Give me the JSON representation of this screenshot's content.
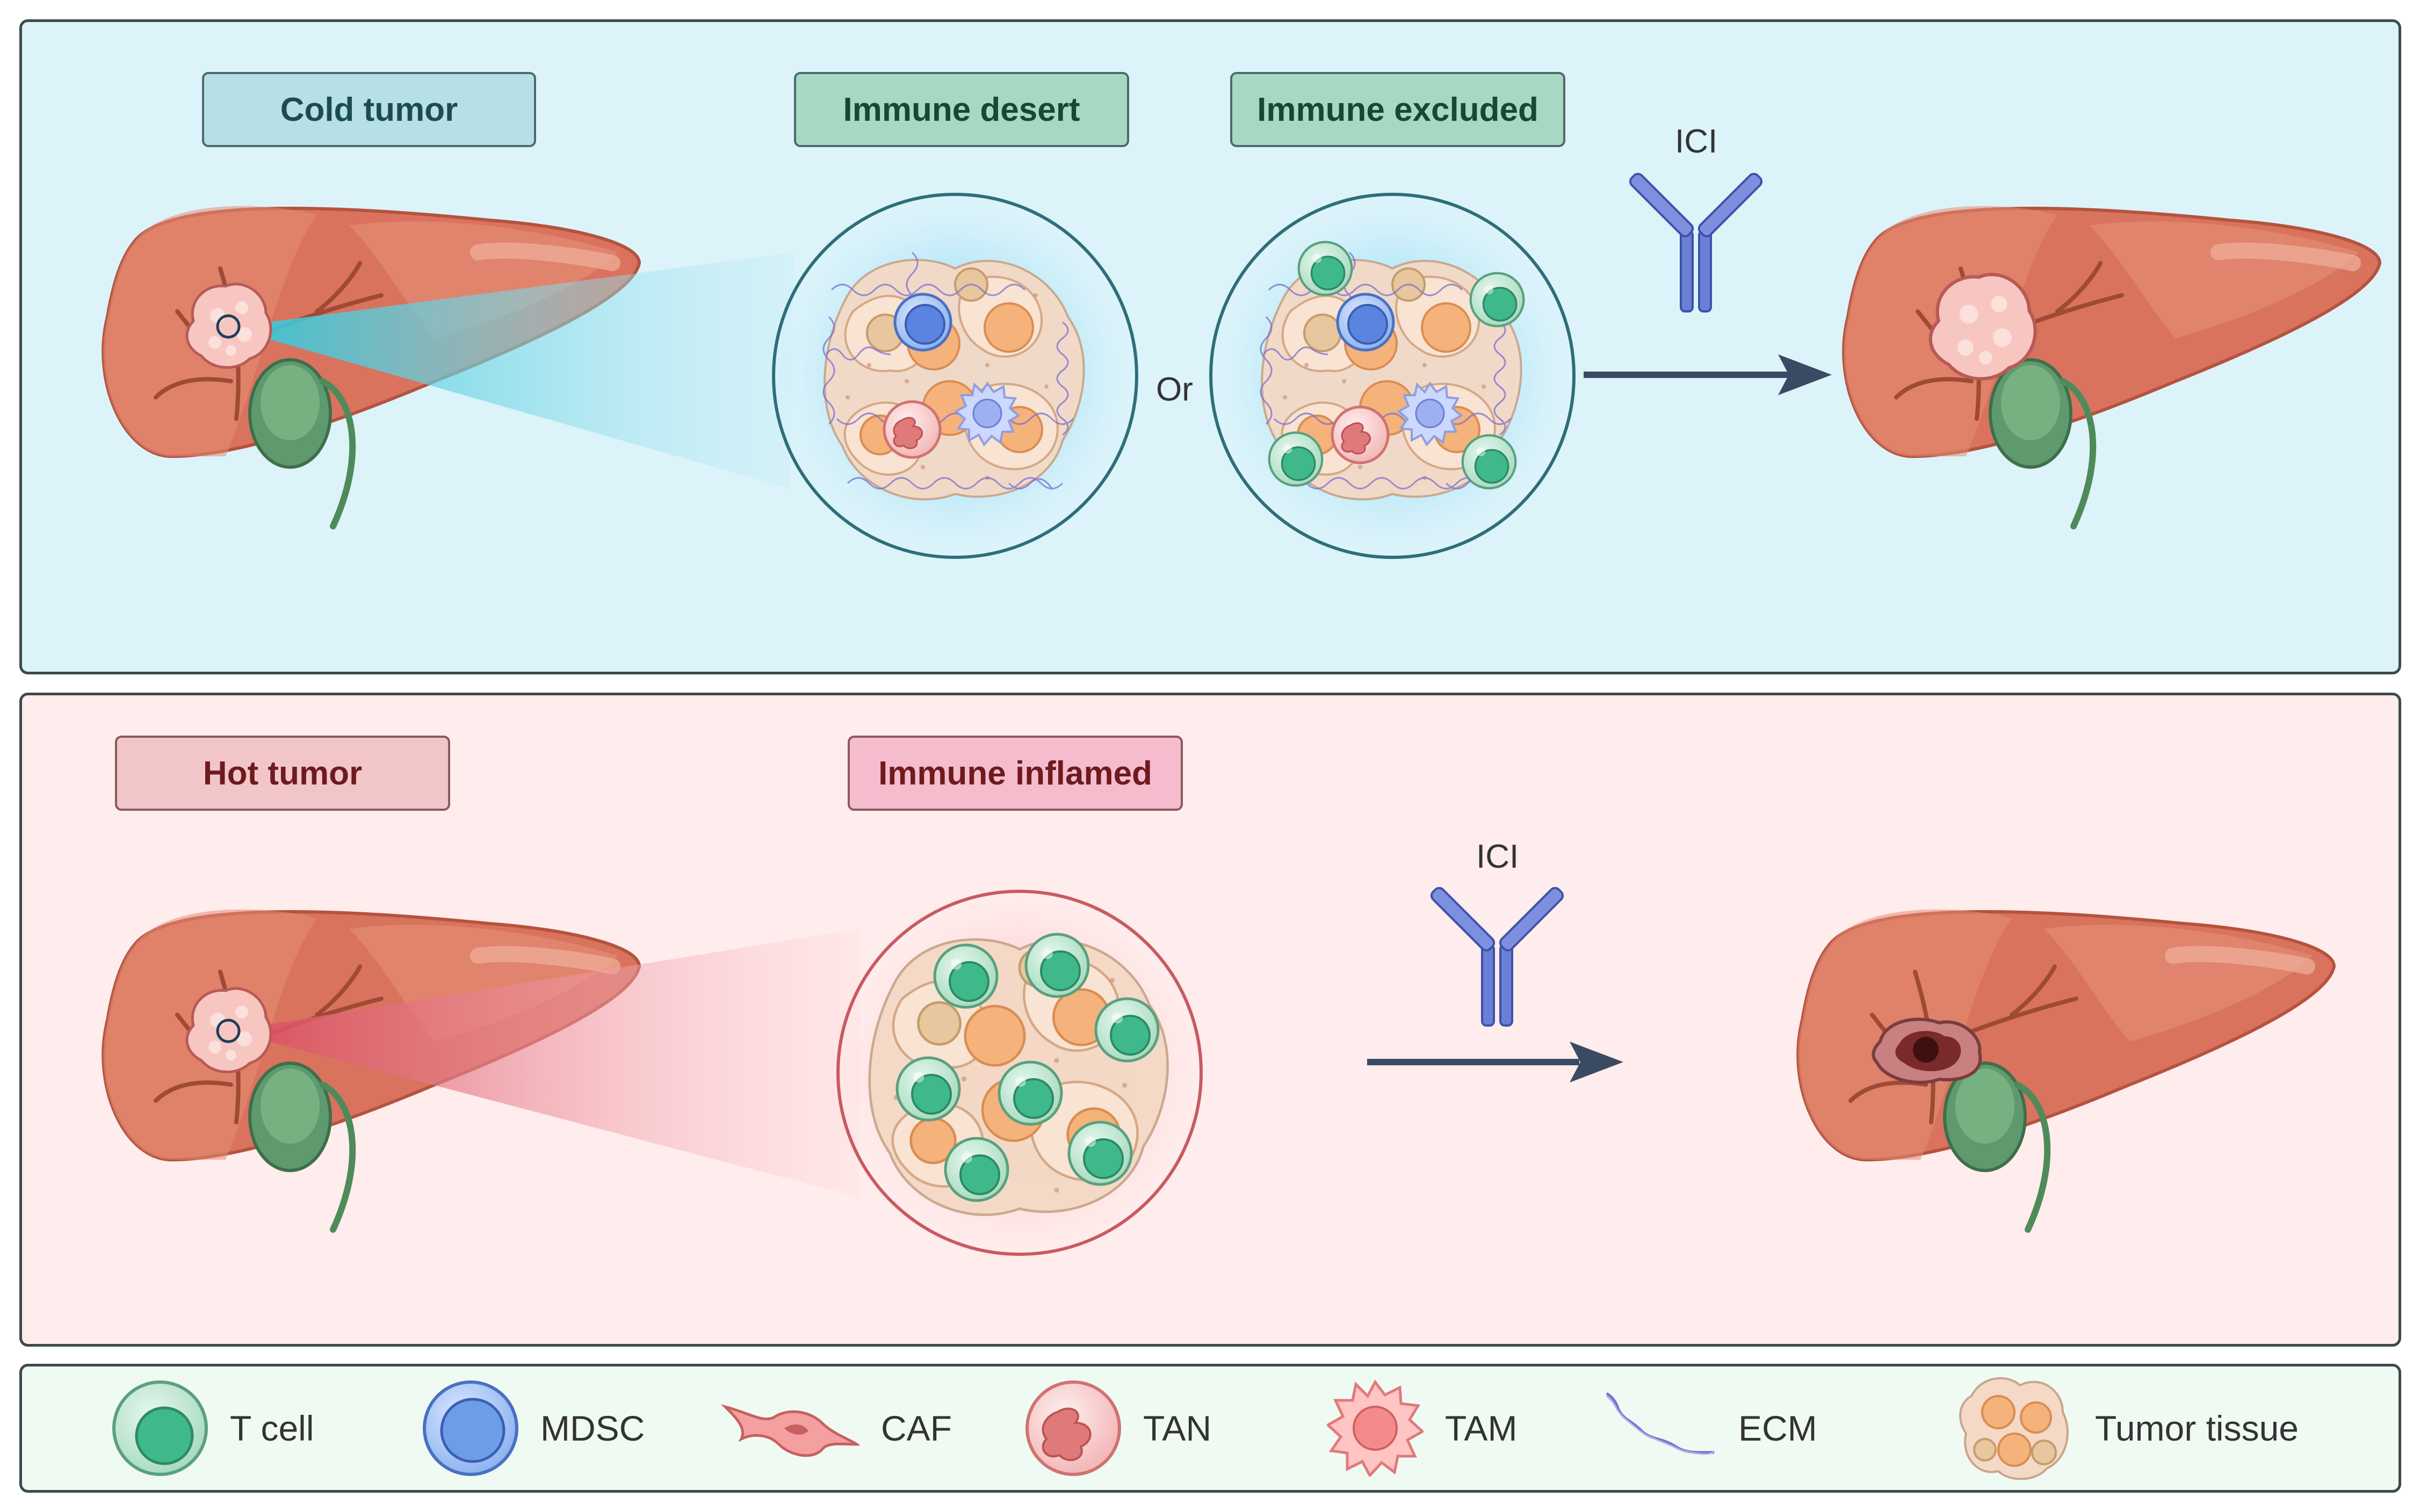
{
  "cold": {
    "title": "Cold tumor",
    "subtype1": "Immune desert",
    "subtype2": "Immune excluded",
    "or_text": "Or",
    "drug": "ICI"
  },
  "hot": {
    "title": "Hot tumor",
    "subtype": "Immune inflamed",
    "drug": "ICI"
  },
  "legend": [
    {
      "label": "T cell",
      "icon": "t-cell-icon"
    },
    {
      "label": "MDSC",
      "icon": "mdsc-icon"
    },
    {
      "label": "CAF",
      "icon": "caf-icon"
    },
    {
      "label": "TAN",
      "icon": "tan-icon"
    },
    {
      "label": "TAM",
      "icon": "tam-icon"
    },
    {
      "label": "ECM",
      "icon": "ecm-icon"
    },
    {
      "label": "Tumor tissue",
      "icon": "tumor-tissue-icon"
    }
  ],
  "colors": {
    "cold_background": "#dcf3fa",
    "hot_background": "#ffecec",
    "legend_background": "#effbf2",
    "liver": "#d9735e",
    "t_cell": "#3fb98a",
    "mdsc": "#6e9de8",
    "arrow": "#3b4a63",
    "antibody": "#6a7fd6"
  }
}
